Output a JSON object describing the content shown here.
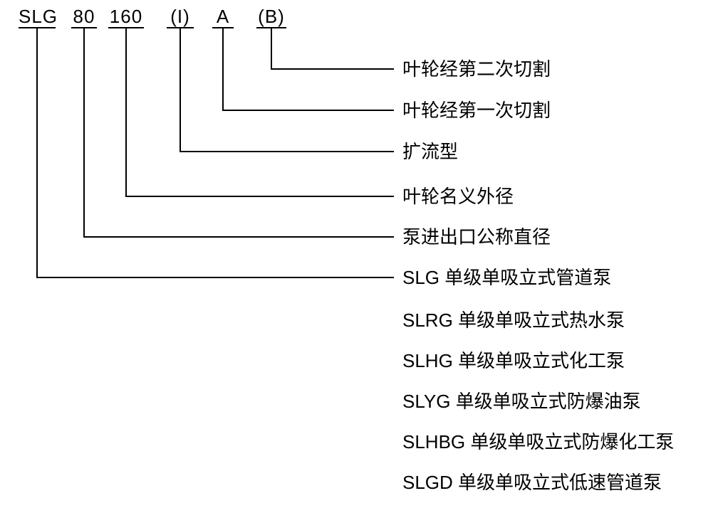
{
  "colors": {
    "background": "#ffffff",
    "line": "#000000",
    "text": "#000000"
  },
  "model_code": {
    "segments": [
      {
        "text": "SLG"
      },
      {
        "text": "80"
      },
      {
        "text": "160"
      },
      {
        "text": "(I)"
      },
      {
        "text": "A"
      },
      {
        "text": "(B)"
      }
    ]
  },
  "callouts": [
    {
      "segment": "(B)",
      "label": "叶轮经第二次切割"
    },
    {
      "segment": "A",
      "label": "叶轮经第一次切割"
    },
    {
      "segment": "(I)",
      "label": "扩流型"
    },
    {
      "segment": "160",
      "label": "叶轮名义外径"
    },
    {
      "segment": "80",
      "label": "泵进出口公称直径"
    },
    {
      "segment": "SLG",
      "label": "SLG 单级单吸立式管道泵"
    }
  ],
  "variants": [
    "SLRG 单级单吸立式热水泵",
    "SLHG 单级单吸立式化工泵",
    "SLYG 单级单吸立式防爆油泵",
    "SLHBG 单级单吸立式防爆化工泵",
    "SLGD 单级单吸立式低速管道泵"
  ]
}
